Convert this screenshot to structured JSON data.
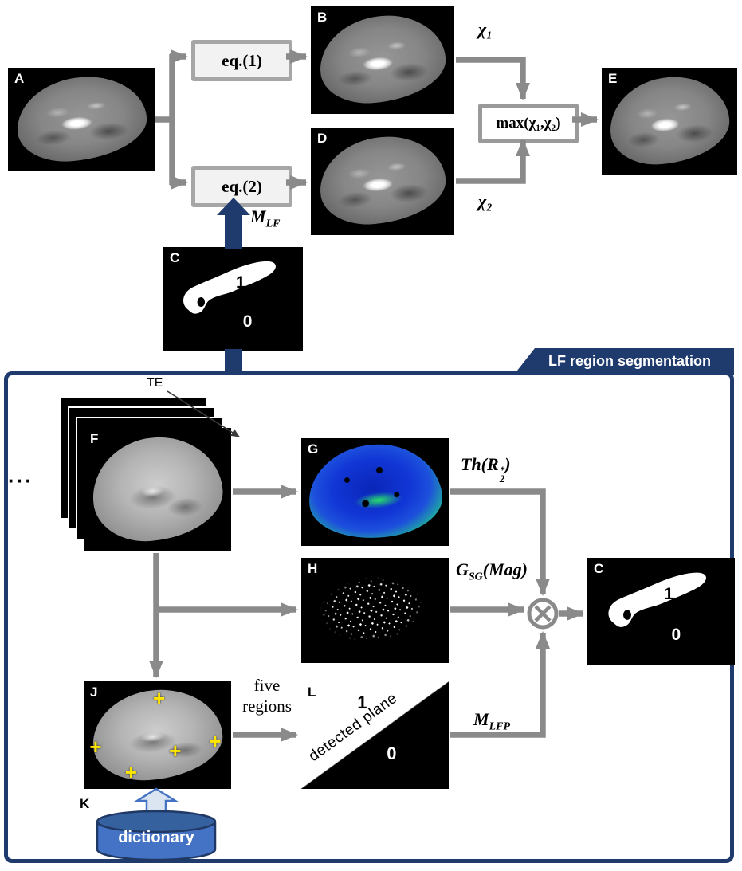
{
  "figure": {
    "top": {
      "panels": {
        "a": {
          "letter": "A"
        },
        "b": {
          "letter": "B"
        },
        "d": {
          "letter": "D"
        },
        "e": {
          "letter": "E"
        },
        "c": {
          "letter": "C",
          "one": "1",
          "zero": "0"
        }
      },
      "eq1": "eq.(1)",
      "eq2": "eq.(2)",
      "max": "max(χ₁,χ₂)",
      "chi1": "χ₁",
      "chi2": "χ₂",
      "m_lf": {
        "base": "M",
        "sub": "LF"
      }
    },
    "seg": {
      "banner": "LF region segmentation",
      "te": "TE",
      "dots": "···",
      "five_regions": "five regions",
      "panels": {
        "f": {
          "letter": "F"
        },
        "g": {
          "letter": "G"
        },
        "h": {
          "letter": "H"
        },
        "j": {
          "letter": "J"
        },
        "l": {
          "letter": "L",
          "one": "1",
          "zero": "0",
          "plane": "detected plane"
        },
        "c": {
          "letter": "C",
          "one": "1",
          "zero": "0"
        },
        "k": {
          "letter": "K",
          "label": "dictionary"
        }
      },
      "th_r2": {
        "pre": "Th(R",
        "sub": "2",
        "sup": "*",
        "post": ")"
      },
      "g_sg": {
        "base": "G",
        "sub": "SG",
        "args": "(Mag)"
      },
      "m_lfp": {
        "base": "M",
        "sub": "LFP"
      }
    },
    "icons": {
      "multiply": "⊗",
      "seed_marker": "+"
    },
    "colors": {
      "arrow_gray": "#8a8a8a",
      "dark_blue": "#1f3b6e",
      "eq_fill": "#f2f2f2",
      "eq_border": "#a6a6a6",
      "cylinder": "#4472c4",
      "cylinder_dark": "#1f3864",
      "block_arrow_fill": "#dbe5f1",
      "block_arrow_border": "#4472c4",
      "seed_marker": "#ffe600",
      "mask_white": "#ffffff",
      "mask_black": "#000000"
    }
  }
}
